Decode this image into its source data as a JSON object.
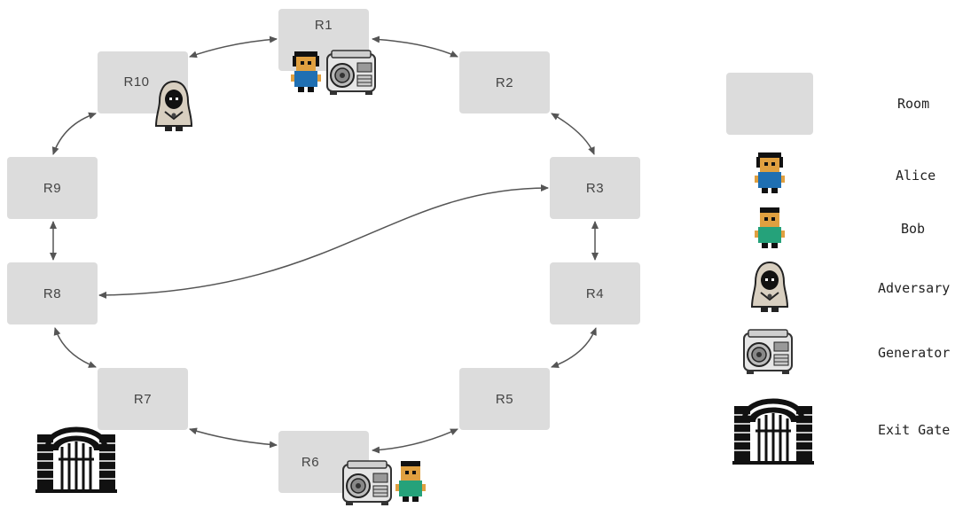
{
  "rooms": [
    {
      "id": "r1",
      "label": "R1"
    },
    {
      "id": "r2",
      "label": "R2"
    },
    {
      "id": "r3",
      "label": "R3"
    },
    {
      "id": "r4",
      "label": "R4"
    },
    {
      "id": "r5",
      "label": "R5"
    },
    {
      "id": "r6",
      "label": "R6"
    },
    {
      "id": "r7",
      "label": "R7"
    },
    {
      "id": "r8",
      "label": "R8"
    },
    {
      "id": "r9",
      "label": "R9"
    },
    {
      "id": "r10",
      "label": "R10"
    }
  ],
  "connections": [
    [
      "R1",
      "R2"
    ],
    [
      "R2",
      "R3"
    ],
    [
      "R3",
      "R4"
    ],
    [
      "R4",
      "R5"
    ],
    [
      "R5",
      "R6"
    ],
    [
      "R6",
      "R7"
    ],
    [
      "R7",
      "R8"
    ],
    [
      "R8",
      "R9"
    ],
    [
      "R9",
      "R10"
    ],
    [
      "R10",
      "R1"
    ],
    [
      "R3",
      "R8"
    ]
  ],
  "placements": {
    "alice": "R1",
    "generator_1": "R1",
    "adversary": "R10",
    "generator_2": "R6",
    "bob": "R6",
    "exit_gate": "R7"
  },
  "legend": {
    "room": "Room",
    "alice": "Alice",
    "bob": "Bob",
    "adversary": "Adversary",
    "generator": "Generator",
    "exit_gate": "Exit Gate"
  },
  "colors": {
    "room_fill": "#dcdcdc",
    "edge": "#555555",
    "alice_shirt": "#1f6fb2",
    "bob_shirt": "#25a27a",
    "skin": "#e0a040"
  }
}
